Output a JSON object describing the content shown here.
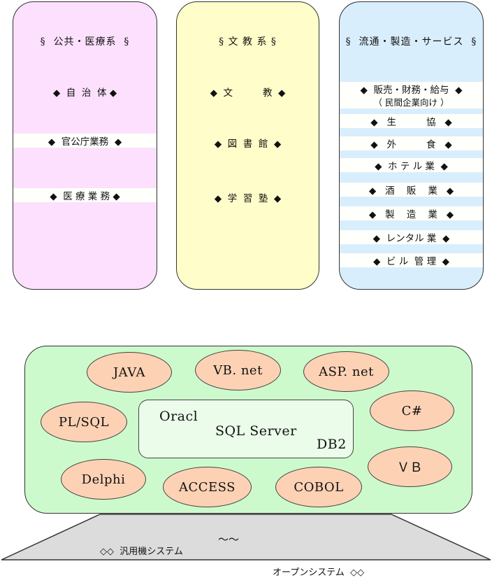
{
  "panels": {
    "public": {
      "title": "§  公共・医療系  §",
      "items": [
        "◆  自  治  体 ◆",
        "◆  官公庁業務  ◆",
        "◆  医 療 業 務 ◆"
      ]
    },
    "education": {
      "title": "§ 文 教 系 §",
      "items": [
        "◆  文          教  ◆",
        "◆  図  書  館  ◆",
        "◆  学  習  塾  ◆"
      ]
    },
    "distribution": {
      "title": "§  流通・製造・サービス  §",
      "items": [
        "◆  販売・財務・給与  ◆",
        "（ 民間企業向け ）",
        "◆   生          協   ◆",
        "◆   外          食   ◆",
        "◆  ホ テ ル 業  ◆",
        "◆   酒    販    業   ◆",
        "◆   製    造    業   ◆",
        "◆  レンタル 業  ◆",
        "◆  ビ ル  管 理  ◆"
      ]
    }
  },
  "technologies": {
    "java": "JAVA",
    "vbnet": "VB. net",
    "aspnet": "ASP. net",
    "plsql": "PL/SQL",
    "csharp": "C#",
    "delphi": "Delphi",
    "access": "ACCESS",
    "cobol": "COBOL",
    "vb": "ＶＢ"
  },
  "databases": {
    "oracle": "Oracl",
    "sqlserver": "SQL Server",
    "db2": "DB2"
  },
  "platform": {
    "left": "◇◇  汎用機システム",
    "middle": "〜〜",
    "right": "オープンシステム  ◇◇"
  },
  "colors": {
    "public_bg": "#fde0fd",
    "education_bg": "#fffdc9",
    "distribution_bg": "#d9eefd",
    "tech_bg": "#cdfacd",
    "bubble_bg": "#fdd2b4",
    "base_bg": "#dcdcdc"
  }
}
